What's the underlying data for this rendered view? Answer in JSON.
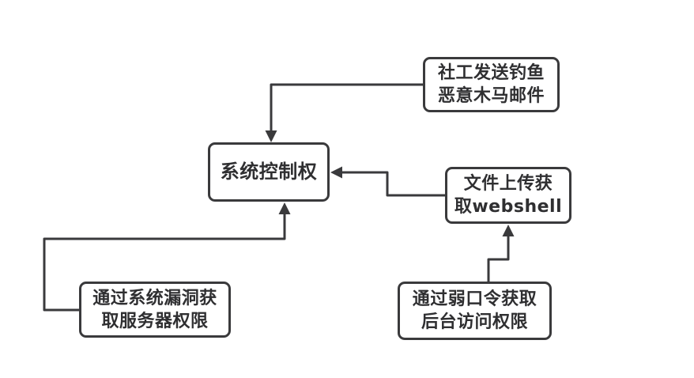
{
  "diagram": {
    "background_color": "#ffffff",
    "stroke_color": "#3a3a3c",
    "text_color": "#2f2f31",
    "nodes": {
      "phishing": {
        "line1": "社工发送钓鱼",
        "line2": "恶意木马邮件"
      },
      "control": {
        "line1": "系统控制权"
      },
      "webshell": {
        "line1": "文件上传获",
        "line2": "取webshell"
      },
      "vuln": {
        "line1": "通过系统漏洞获",
        "line2": "取服务器权限"
      },
      "weakpass": {
        "line1": "通过弱口令获取",
        "line2": "后台访问权限"
      }
    },
    "edges": [
      {
        "from": "phishing",
        "to": "control",
        "style": "elbow-arrow"
      },
      {
        "from": "webshell",
        "to": "control",
        "style": "elbow-arrow"
      },
      {
        "from": "vuln",
        "to": "control",
        "style": "elbow-arrow"
      },
      {
        "from": "weakpass",
        "to": "webshell",
        "style": "elbow-arrow"
      }
    ]
  }
}
